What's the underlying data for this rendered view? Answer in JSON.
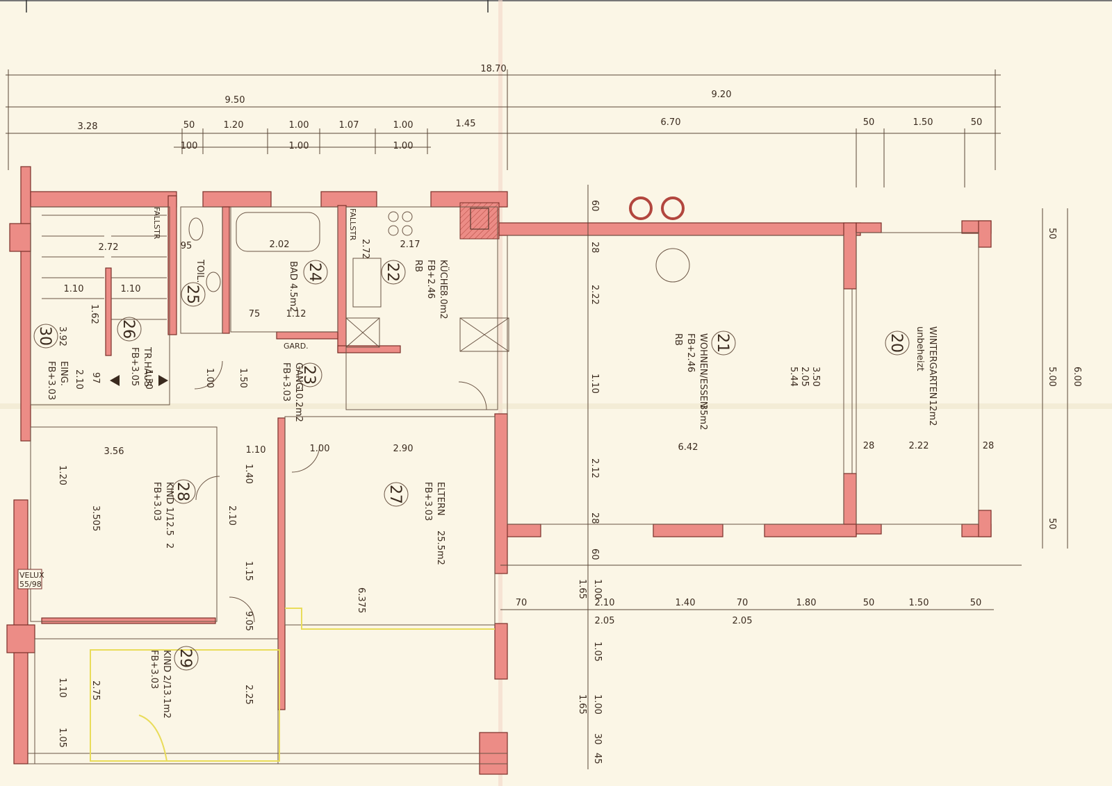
{
  "dims_top": {
    "total": "18.70",
    "left_half": "9.50",
    "right_half": "9.20",
    "row3": [
      "3.28",
      "50",
      "1.20",
      "1.00",
      "1.07",
      "1.00",
      "1.45",
      "6.70",
      "50",
      "1.50",
      "50"
    ],
    "row4": [
      "100",
      "1.00",
      "1.00"
    ]
  },
  "rooms": [
    {
      "num": "20",
      "name": "WINTERGARTEN",
      "area": "12m2",
      "level": "unbeheizt"
    },
    {
      "num": "21",
      "name": "WOHNEN/ESSEN",
      "area": "35m2",
      "level": "FB+2.46",
      "extra": "RB"
    },
    {
      "num": "22",
      "name": "KÜCHE",
      "area": "8.0m2",
      "level": "FB+2.46",
      "extra": "RB"
    },
    {
      "num": "23",
      "name": "GANG",
      "area": "10.2m2",
      "level": "FB+3.03",
      "extra": "GARD."
    },
    {
      "num": "24",
      "name": "BAD",
      "area": "4.5m2"
    },
    {
      "num": "25",
      "name": "TOIL."
    },
    {
      "num": "26",
      "name": "TR.HAUS",
      "level": "FB+3.05"
    },
    {
      "num": "27",
      "name": "ELTERN",
      "area": "25.5m2",
      "level": "FB+3.03"
    },
    {
      "num": "28",
      "name": "KIND 1/12.5",
      "area": "2",
      "level": "FB+3.03"
    },
    {
      "num": "29",
      "name": "KIND 2/13.1m2",
      "level": "FB+3.03"
    },
    {
      "num": "30",
      "name": "EING.",
      "level": "FB+3.03"
    }
  ],
  "labels": {
    "fallstr": "FALLSTR",
    "velux": "VELUX",
    "velux_size": "55/98"
  },
  "dims_inner": [
    "2.72",
    "1.10",
    "1.10",
    "2.02",
    "2.17",
    "2.72",
    "1.12",
    "75",
    "95",
    "3.92",
    "2.10",
    "97",
    "1.30",
    "1.00",
    "1.50",
    "3.56",
    "1.10",
    "1.00",
    "2.90",
    "6.42",
    "28",
    "2.22",
    "28",
    "3.50",
    "2.05",
    "5.44",
    "2.22",
    "1.10",
    "2.12",
    "3.505",
    "2.10",
    "1.15",
    "9.05",
    "6.375",
    "2.75",
    "2.25",
    "1.10",
    "1.05",
    "1.20",
    "1.40",
    "1.62"
  ],
  "dims_bottom": [
    "70",
    "2.10",
    "1.40",
    "70",
    "1.80",
    "50",
    "1.50",
    "50",
    "2.05",
    "2.05"
  ],
  "dims_right": [
    "50",
    "5.00",
    "6.00",
    "50"
  ],
  "dims_vert_mid": [
    "60",
    "28",
    "1.65",
    "1.00",
    "1.05",
    "1.65",
    "1.00",
    "30",
    "45",
    "60",
    "28"
  ],
  "colors": {
    "wall": "#ec8c86",
    "wall_stroke": "#7a2f28",
    "paper": "#fbf6e6",
    "ink": "#3a2a1e",
    "yellow": "#e9dc5a"
  }
}
